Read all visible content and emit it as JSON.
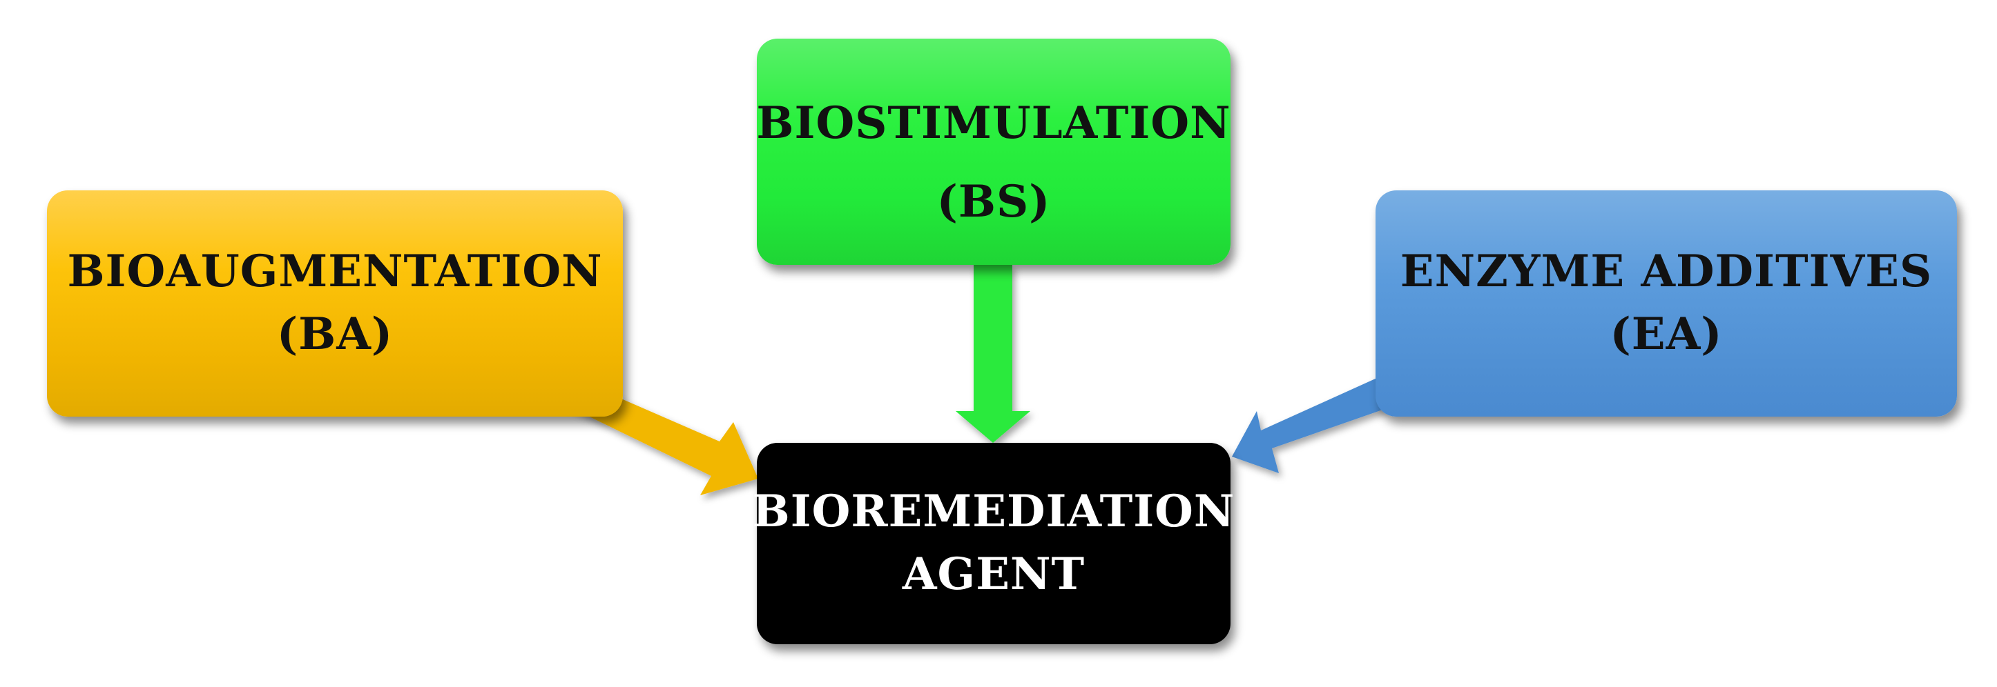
{
  "diagram": {
    "nodes": [
      {
        "id": "ba",
        "lines": [
          "BIOAUGMENTATION",
          "(BA)"
        ],
        "fill": "#fdc30a",
        "text_color": "#111111"
      },
      {
        "id": "bs",
        "lines": [
          "BIOSTIMULATION",
          "(BS)"
        ],
        "fill": "#2cf040",
        "text_color": "#111111"
      },
      {
        "id": "ea",
        "lines": [
          "ENZYME ADDITIVES",
          "(EA)"
        ],
        "fill": "#5b9bdc",
        "text_color": "#111111"
      },
      {
        "id": "agent",
        "lines": [
          "BIOREMEDIATION",
          "AGENT"
        ],
        "fill": "#000000",
        "text_color": "#ffffff"
      }
    ],
    "edges": [
      {
        "from": "ba",
        "to": "agent",
        "color": "#f2b705"
      },
      {
        "from": "bs",
        "to": "agent",
        "color": "#2bea3c"
      },
      {
        "from": "ea",
        "to": "agent",
        "color": "#4a8ad0"
      }
    ]
  }
}
